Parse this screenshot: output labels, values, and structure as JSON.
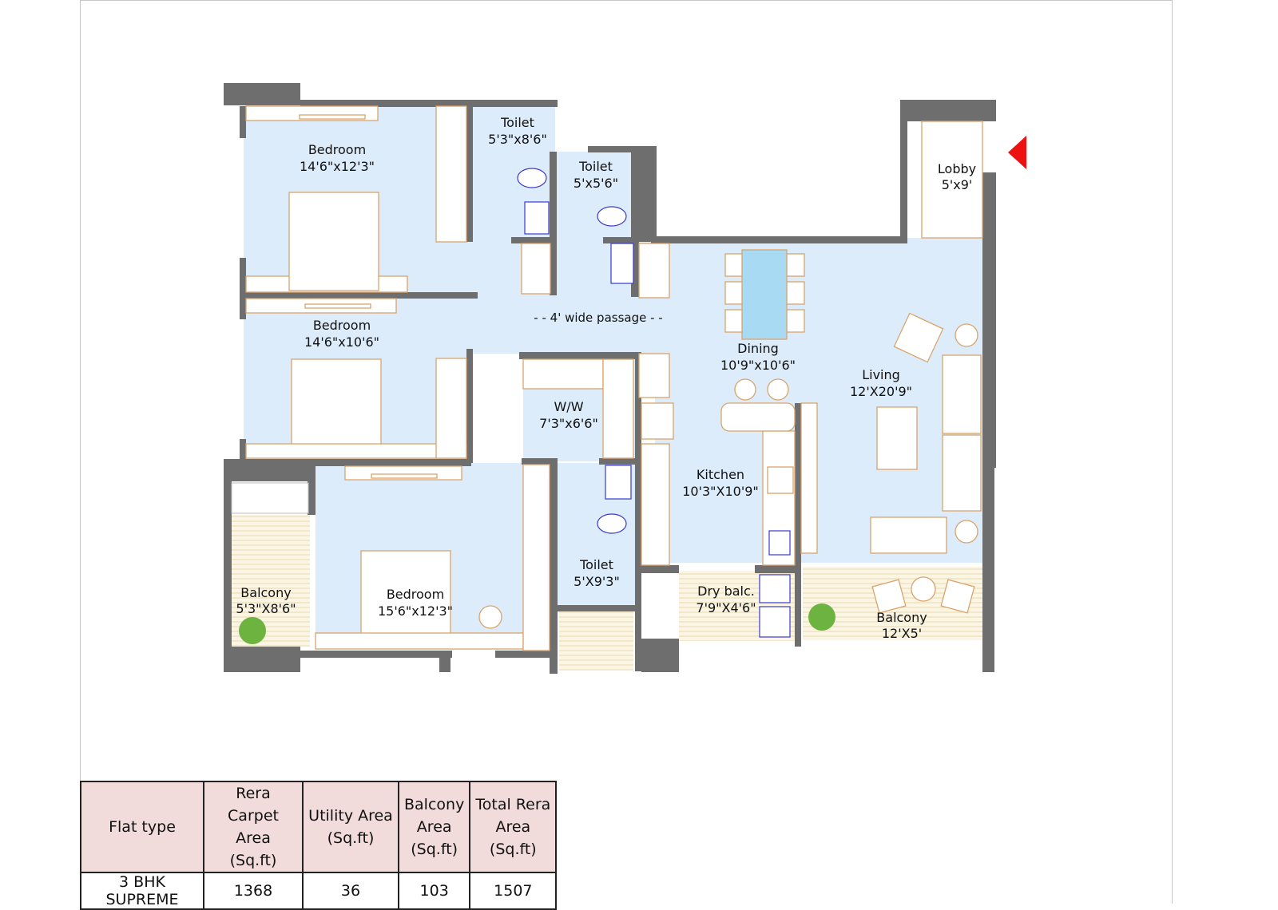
{
  "rooms": {
    "bedroom1": {
      "name": "Bedroom",
      "size": "14'6\"x12'3\""
    },
    "bedroom2": {
      "name": "Bedroom",
      "size": "14'6\"x10'6\""
    },
    "bedroom3": {
      "name": "Bedroom",
      "size": "15'6\"x12'3\""
    },
    "toilet1": {
      "name": "Toilet",
      "size": "5'3\"x8'6\""
    },
    "toilet2": {
      "name": "Toilet",
      "size": "5'x5'6\""
    },
    "toilet3": {
      "name": "Toilet",
      "size": "5'X9'3\""
    },
    "lobby": {
      "name": "Lobby",
      "size": "5'x9'"
    },
    "dining": {
      "name": "Dining",
      "size": "10'9\"x10'6\""
    },
    "living": {
      "name": "Living",
      "size": "12'X20'9\""
    },
    "ww": {
      "name": "W/W",
      "size": "7'3\"x6'6\""
    },
    "kitchen": {
      "name": "Kitchen",
      "size": "10'3\"X10'9\""
    },
    "dry_balcony": {
      "name": "Dry balc.",
      "size": "7'9\"X4'6\""
    },
    "balcony1": {
      "name": "Balcony",
      "size": "5'3\"X8'6\""
    },
    "balcony2": {
      "name": "Balcony",
      "size": "12'X5'"
    }
  },
  "passage_label": "- - 4' wide passage - -",
  "entrance_marker": {
    "icon": "entrance-arrow-icon",
    "color": "#ee1111"
  },
  "colors": {
    "wall": "#6e6e6e",
    "floor": "#dcecfb",
    "furniture_stroke": "#d9a46b",
    "table_header": "#f2dcdb"
  },
  "area_table": {
    "headers": [
      "Flat type",
      "Rera Carpet Area (Sq.ft)",
      "Utility Area (Sq.ft)",
      "Balcony Area (Sq.ft)",
      "Total Rera Area (Sq.ft)"
    ],
    "header_lines": [
      [
        "Flat type"
      ],
      [
        "Rera Carpet",
        "Area",
        "(Sq.ft)"
      ],
      [
        "Utility Area",
        "(Sq.ft)"
      ],
      [
        "Balcony",
        "Area",
        "(Sq.ft)"
      ],
      [
        "Total Rera",
        "Area",
        "(Sq.ft)"
      ]
    ],
    "rows": [
      [
        "3 BHK SUPREME",
        "1368",
        "36",
        "103",
        "1507"
      ]
    ]
  }
}
